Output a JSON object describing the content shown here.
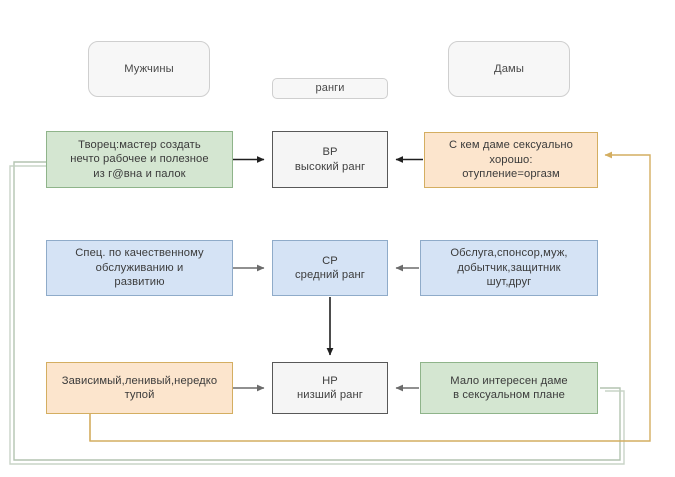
{
  "diagram": {
    "title_left": "Мужчины",
    "title_center": "ранги",
    "title_right": "Дамы",
    "colors": {
      "green_fill": "#d4e6d1",
      "green_stroke": "#8fb48a",
      "blue_fill": "#d5e3f5",
      "blue_stroke": "#8fabc9",
      "orange_fill": "#fce5cd",
      "orange_stroke": "#d4ae61",
      "rank_fill": "#f5f5f5",
      "rank_stroke": "#585858",
      "pill_fill": "#f7f7f7",
      "pill_stroke": "#cfcfcf",
      "arrow_dark": "#202020",
      "arrow_gray": "#6b6b6b",
      "loop_orange": "#d4ae61",
      "loop_gray": "#b3c4b1"
    },
    "rows": [
      {
        "id": "high",
        "left": "Творец:мастер создать\nнечто рабочее и полезное\nиз г@вна и палок",
        "center": "ВР\nвысокий ранг",
        "right": "С кем даме сексуально\nхорошо:\nотупление=оргазм"
      },
      {
        "id": "mid",
        "left": "Спец. по качественному\nобслуживанию и\nразвитию",
        "center": "СР\nсредний ранг",
        "right": "Обслуга,спонсор,муж,\nдобытчик,защитник\nшут,друг"
      },
      {
        "id": "low",
        "left": "Зависимый,ленивый,нередко\nтупой",
        "center": "НР\nнизший ранг",
        "right": "Мало интересен даме\nв сексуальном  плане"
      }
    ]
  }
}
